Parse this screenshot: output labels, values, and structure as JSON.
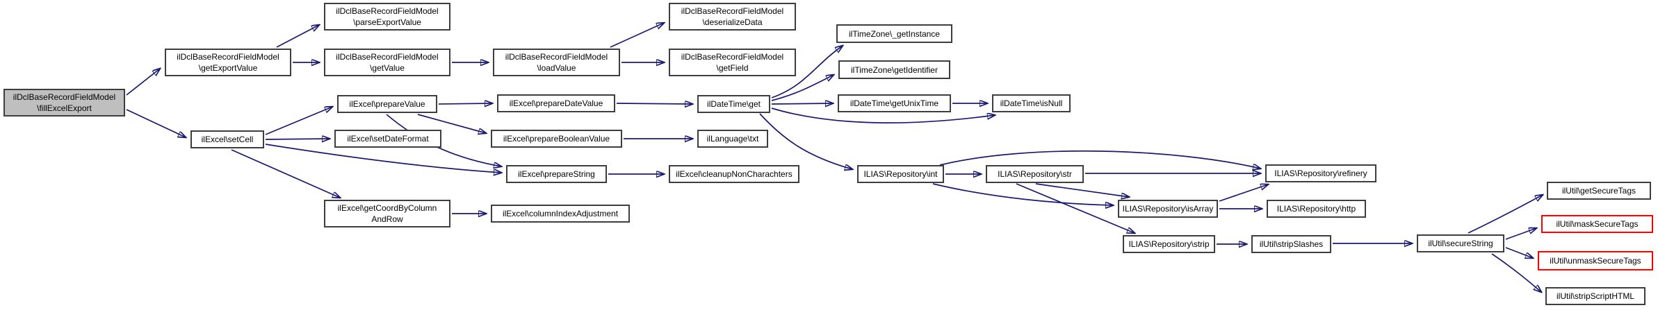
{
  "diagram": {
    "type": "call-graph",
    "colors": {
      "background": "#ffffff",
      "edge": "#191970",
      "node_border": "#3d3d3d",
      "node_fill": "#ffffff",
      "root_node_fill": "#bfbfbf",
      "highlight_border": "#ff0000",
      "text": "#000000"
    },
    "nodes": [
      {
        "id": "fill-excel-export",
        "style": "root",
        "lines": [
          "ilDclBaseRecordFieldModel",
          "\\fillExcelExport"
        ]
      },
      {
        "id": "get-export-value",
        "style": "normal",
        "lines": [
          "ilDclBaseRecordFieldModel",
          "\\getExportValue"
        ]
      },
      {
        "id": "parse-export-value",
        "style": "normal",
        "lines": [
          "ilDclBaseRecordFieldModel",
          "\\parseExportValue"
        ]
      },
      {
        "id": "get-value",
        "style": "normal",
        "lines": [
          "ilDclBaseRecordFieldModel",
          "\\getValue"
        ]
      },
      {
        "id": "load-value",
        "style": "normal",
        "lines": [
          "ilDclBaseRecordFieldModel",
          "\\loadValue"
        ]
      },
      {
        "id": "deserialize-data",
        "style": "normal",
        "lines": [
          "ilDclBaseRecordFieldModel",
          "\\deserializeData"
        ]
      },
      {
        "id": "get-field",
        "style": "normal",
        "lines": [
          "ilDclBaseRecordFieldModel",
          "\\getField"
        ]
      },
      {
        "id": "set-cell",
        "style": "normal",
        "lines": [
          "ilExcel\\setCell"
        ]
      },
      {
        "id": "prepare-value",
        "style": "normal",
        "lines": [
          "ilExcel\\prepareValue"
        ]
      },
      {
        "id": "set-date-format",
        "style": "normal",
        "lines": [
          "ilExcel\\setDateFormat"
        ]
      },
      {
        "id": "prepare-date-value",
        "style": "normal",
        "lines": [
          "ilExcel\\prepareDateValue"
        ]
      },
      {
        "id": "prepare-boolean-value",
        "style": "normal",
        "lines": [
          "ilExcel\\prepareBooleanValue"
        ]
      },
      {
        "id": "prepare-string",
        "style": "normal",
        "lines": [
          "ilExcel\\prepareString"
        ]
      },
      {
        "id": "cleanup-non-charachters",
        "style": "normal",
        "lines": [
          "ilExcel\\cleanupNonCharachters"
        ]
      },
      {
        "id": "get-coord-by-column-and-row",
        "style": "normal",
        "lines": [
          "ilExcel\\getCoordByColumn",
          "AndRow"
        ]
      },
      {
        "id": "column-index-adjustment",
        "style": "normal",
        "lines": [
          "ilExcel\\columnIndexAdjustment"
        ]
      },
      {
        "id": "datetime-get",
        "style": "normal",
        "lines": [
          "ilDateTime\\get"
        ]
      },
      {
        "id": "timezone-get-instance",
        "style": "normal",
        "lines": [
          "ilTimeZone\\_getInstance"
        ]
      },
      {
        "id": "timezone-get-identifier",
        "style": "normal",
        "lines": [
          "ilTimeZone\\getIdentifier"
        ]
      },
      {
        "id": "datetime-get-unix-time",
        "style": "normal",
        "lines": [
          "ilDateTime\\getUnixTime"
        ]
      },
      {
        "id": "datetime-is-null",
        "style": "normal",
        "lines": [
          "ilDateTime\\isNull"
        ]
      },
      {
        "id": "language-txt",
        "style": "normal",
        "lines": [
          "ilLanguage\\txt"
        ]
      },
      {
        "id": "repo-int",
        "style": "normal",
        "lines": [
          "ILIAS\\Repository\\int"
        ]
      },
      {
        "id": "repo-str",
        "style": "normal",
        "lines": [
          "ILIAS\\Repository\\str"
        ]
      },
      {
        "id": "repo-refinery",
        "style": "normal",
        "lines": [
          "ILIAS\\Repository\\refinery"
        ]
      },
      {
        "id": "repo-is-array",
        "style": "normal",
        "lines": [
          "ILIAS\\Repository\\isArray"
        ]
      },
      {
        "id": "repo-http",
        "style": "normal",
        "lines": [
          "ILIAS\\Repository\\http"
        ]
      },
      {
        "id": "repo-strip",
        "style": "normal",
        "lines": [
          "ILIAS\\Repository\\strip"
        ]
      },
      {
        "id": "util-strip-slashes",
        "style": "normal",
        "lines": [
          "ilUtil\\stripSlashes"
        ]
      },
      {
        "id": "util-secure-string",
        "style": "normal",
        "lines": [
          "ilUtil\\secureString"
        ]
      },
      {
        "id": "util-get-secure-tags",
        "style": "normal",
        "lines": [
          "ilUtil\\getSecureTags"
        ]
      },
      {
        "id": "util-mask-secure-tags",
        "style": "red",
        "lines": [
          "ilUtil\\maskSecureTags"
        ]
      },
      {
        "id": "util-unmask-secure-tags",
        "style": "red",
        "lines": [
          "ilUtil\\unmaskSecureTags"
        ]
      },
      {
        "id": "util-strip-script-html",
        "style": "normal",
        "lines": [
          "ilUtil\\stripScriptHTML"
        ]
      }
    ],
    "edges": [
      {
        "from": "fill-excel-export",
        "to": "get-export-value"
      },
      {
        "from": "fill-excel-export",
        "to": "set-cell"
      },
      {
        "from": "get-export-value",
        "to": "parse-export-value"
      },
      {
        "from": "get-export-value",
        "to": "get-value"
      },
      {
        "from": "get-value",
        "to": "load-value"
      },
      {
        "from": "load-value",
        "to": "deserialize-data"
      },
      {
        "from": "load-value",
        "to": "get-field"
      },
      {
        "from": "set-cell",
        "to": "prepare-value"
      },
      {
        "from": "set-cell",
        "to": "set-date-format"
      },
      {
        "from": "set-cell",
        "to": "prepare-string"
      },
      {
        "from": "set-cell",
        "to": "get-coord-by-column-and-row"
      },
      {
        "from": "prepare-value",
        "to": "prepare-date-value"
      },
      {
        "from": "prepare-value",
        "to": "prepare-boolean-value"
      },
      {
        "from": "prepare-value",
        "to": "prepare-string"
      },
      {
        "from": "prepare-date-value",
        "to": "datetime-get"
      },
      {
        "from": "prepare-boolean-value",
        "to": "language-txt"
      },
      {
        "from": "prepare-string",
        "to": "cleanup-non-charachters"
      },
      {
        "from": "get-coord-by-column-and-row",
        "to": "column-index-adjustment"
      },
      {
        "from": "datetime-get",
        "to": "timezone-get-instance"
      },
      {
        "from": "datetime-get",
        "to": "timezone-get-identifier"
      },
      {
        "from": "datetime-get",
        "to": "datetime-get-unix-time"
      },
      {
        "from": "datetime-get",
        "to": "datetime-is-null"
      },
      {
        "from": "datetime-get",
        "to": "repo-int"
      },
      {
        "from": "datetime-get-unix-time",
        "to": "datetime-is-null"
      },
      {
        "from": "repo-int",
        "to": "repo-str"
      },
      {
        "from": "repo-int",
        "to": "repo-refinery"
      },
      {
        "from": "repo-int",
        "to": "repo-is-array"
      },
      {
        "from": "repo-str",
        "to": "repo-refinery"
      },
      {
        "from": "repo-str",
        "to": "repo-is-array"
      },
      {
        "from": "repo-str",
        "to": "repo-strip"
      },
      {
        "from": "repo-is-array",
        "to": "repo-refinery"
      },
      {
        "from": "repo-is-array",
        "to": "repo-http"
      },
      {
        "from": "repo-strip",
        "to": "util-strip-slashes"
      },
      {
        "from": "util-strip-slashes",
        "to": "util-secure-string"
      },
      {
        "from": "util-secure-string",
        "to": "util-get-secure-tags"
      },
      {
        "from": "util-secure-string",
        "to": "util-mask-secure-tags"
      },
      {
        "from": "util-secure-string",
        "to": "util-unmask-secure-tags"
      },
      {
        "from": "util-secure-string",
        "to": "util-strip-script-html"
      }
    ]
  }
}
